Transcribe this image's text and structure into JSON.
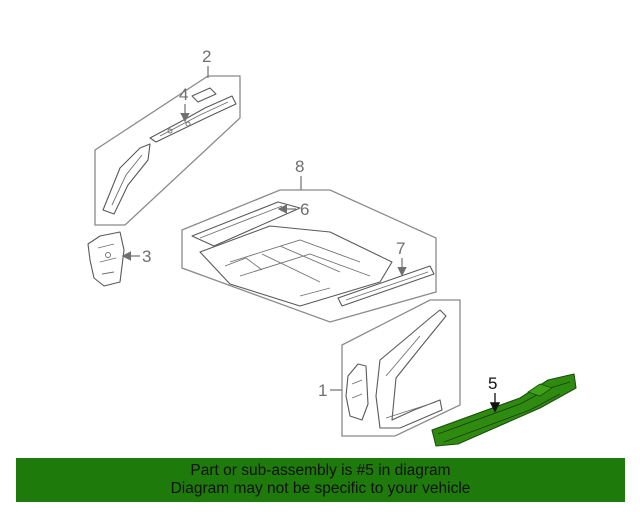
{
  "diagram": {
    "callouts": [
      "1",
      "2",
      "3",
      "4",
      "5",
      "6",
      "7",
      "8"
    ],
    "highlighted_part": "5",
    "highlight_color": "#2e8b10"
  },
  "banner": {
    "line1": "Part or sub-assembly is #5 in diagram",
    "line2": "Diagram may not be specific to your vehicle",
    "background": "#1f7a0c"
  }
}
